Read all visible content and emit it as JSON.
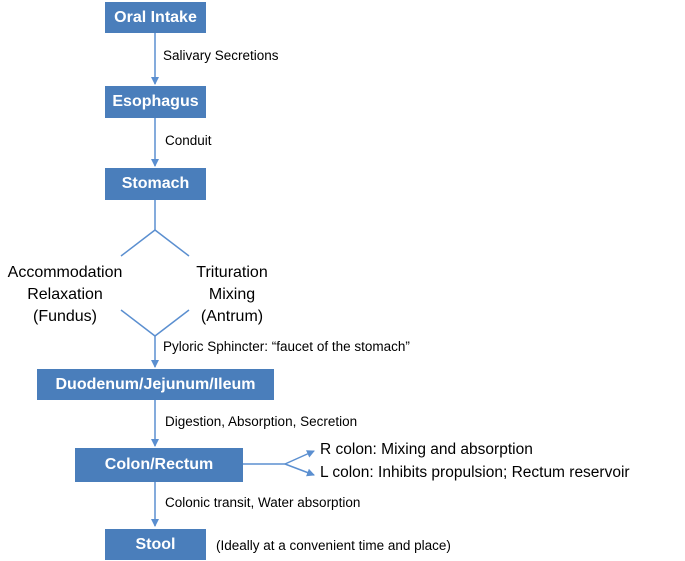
{
  "colors": {
    "box_fill": "#4a7ebb",
    "connector": "#5b8fd0",
    "box_text": "#ffffff",
    "text": "#000000"
  },
  "boxes": {
    "oral_intake": "Oral Intake",
    "esophagus": "Esophagus",
    "stomach": "Stomach",
    "small_intestine": "Duodenum/Jejunum/Ileum",
    "colon_rectum": "Colon/Rectum",
    "stool": "Stool"
  },
  "edge_labels": {
    "salivary": "Salivary Secretions",
    "conduit": "Conduit",
    "pyloric": "Pyloric Sphincter: “faucet of the stomach”",
    "digestion": "Digestion, Absorption, Secretion",
    "colonic": "Colonic transit, Water absorption",
    "stool_note": "(Ideally at a convenient time and place)"
  },
  "stomach_phases": {
    "left": [
      "Accommodation",
      "Relaxation",
      "(Fundus)"
    ],
    "right": [
      "Trituration",
      "Mixing",
      "(Antrum)"
    ]
  },
  "colon_branches": {
    "right_colon": "R colon: Mixing and absorption",
    "left_colon": "L colon: Inhibits propulsion; Rectum reservoir"
  }
}
